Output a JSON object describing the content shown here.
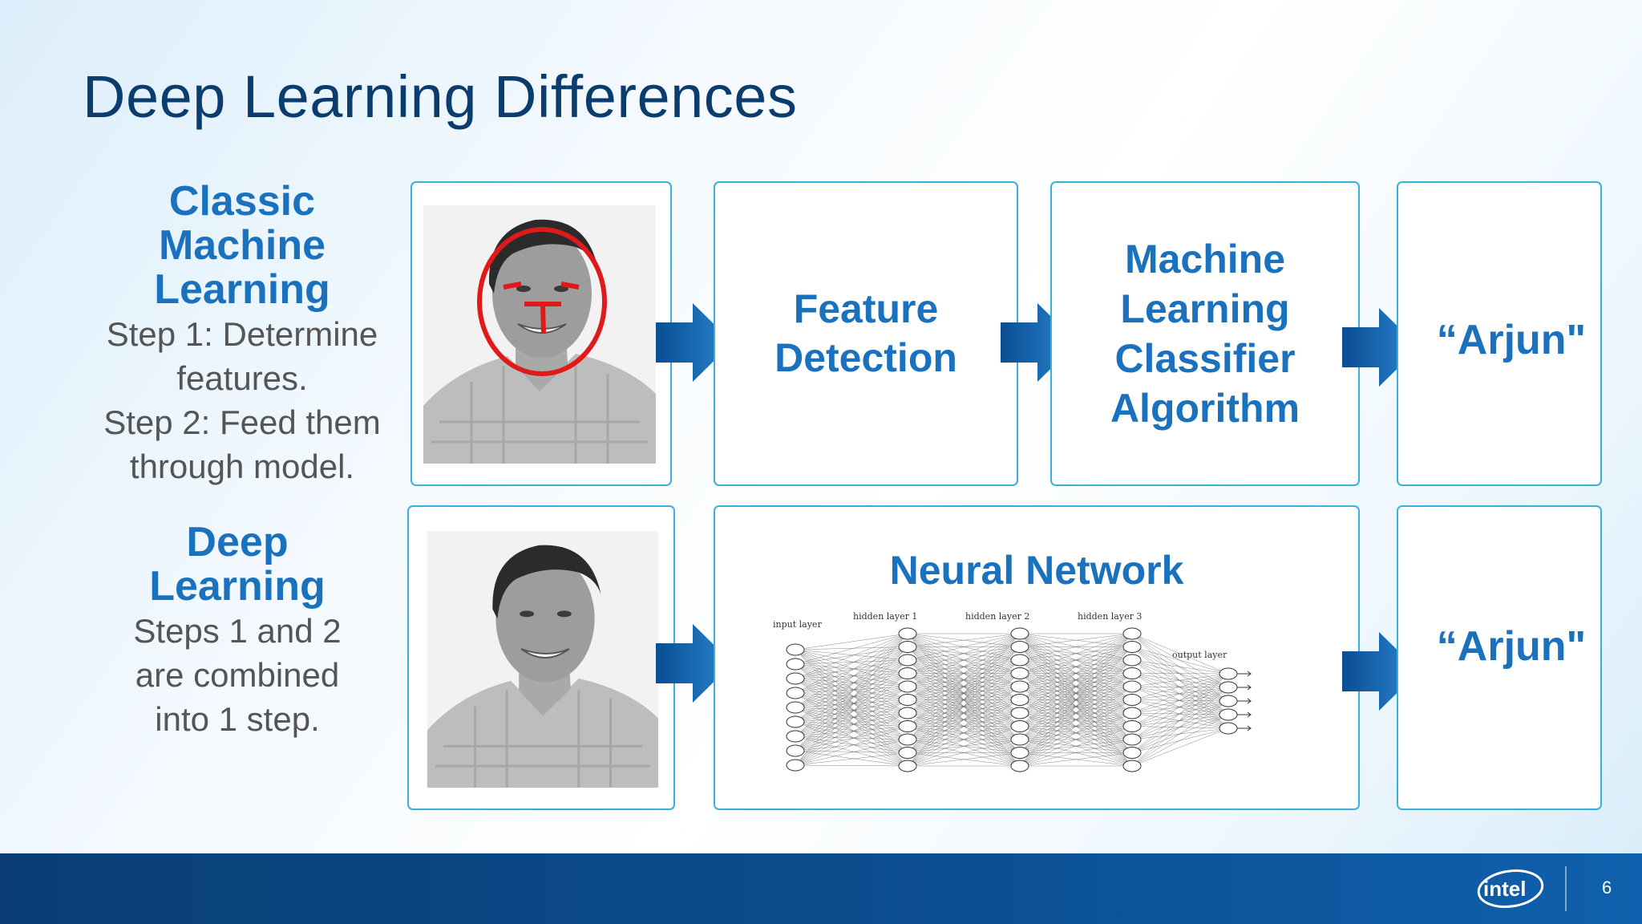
{
  "slide": {
    "title": "Deep Learning Differences",
    "page_number": "6",
    "brand_logo": "intel-logo"
  },
  "classic": {
    "heading": "Classic Machine Learning",
    "step1": "Step 1: Determine features.",
    "step2": "Step 2: Feed them through model.",
    "feature_box": "Feature Detection",
    "classifier_box": "Machine Learning Classifier Algorithm",
    "output": "“Arjun\""
  },
  "deep": {
    "heading": "Deep Learning",
    "body": "Steps 1 and 2 are combined into 1 step.",
    "network_box": "Neural Network",
    "output": "“Arjun\"",
    "layer_labels": {
      "input": "input layer",
      "hidden1": "hidden layer 1",
      "hidden2": "hidden layer 2",
      "hidden3": "hidden layer 3",
      "output": "output layer"
    }
  },
  "colors": {
    "title": "#0b3c6e",
    "accent": "#1a72bf",
    "box_border": "#38b0de",
    "footer": "#0b4c8c",
    "face_markup": "#e0191b"
  }
}
